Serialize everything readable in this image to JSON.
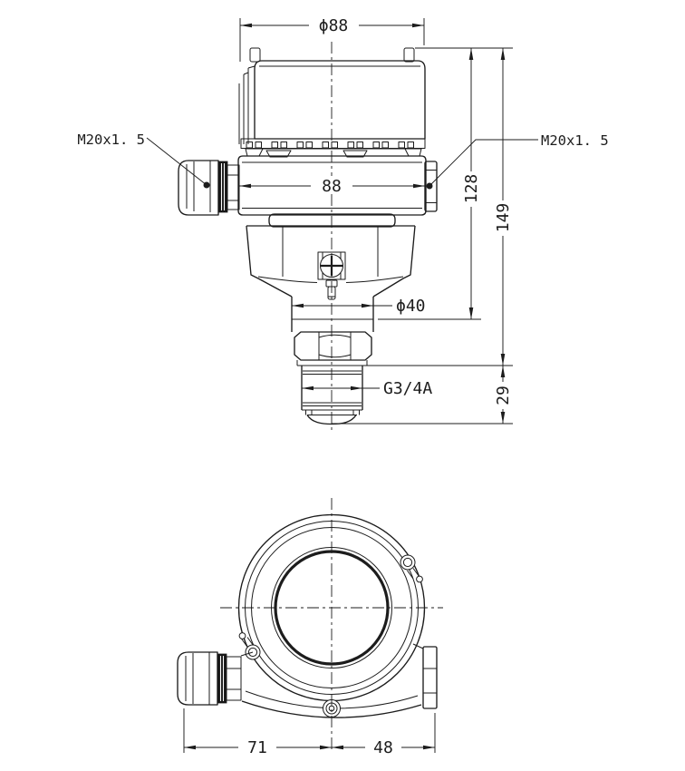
{
  "front_view": {
    "dims": {
      "cap_diameter": "ϕ88",
      "body_width": "88",
      "body_height": "128",
      "height_to_thread": "149",
      "neck_diameter": "ϕ40",
      "thread_spec": "G3/4A",
      "thread_length": "29"
    },
    "labels": {
      "gland_left": "M20x1. 5",
      "gland_right": "M20x1. 5"
    }
  },
  "top_view": {
    "dims": {
      "center_to_left_edge": "71",
      "center_to_right_edge": "48"
    }
  },
  "colors": {
    "line": "#1c1c1c",
    "background": "#ffffff"
  }
}
